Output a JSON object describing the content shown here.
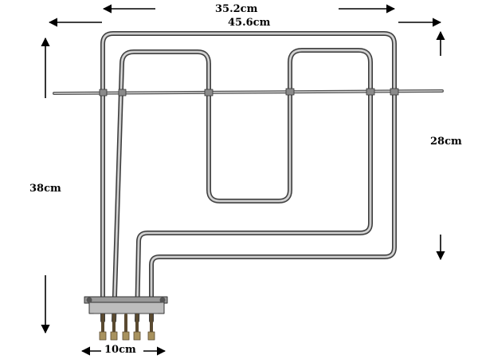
{
  "dimensions": {
    "inner_width": "35.2cm",
    "outer_width": "45.6cm",
    "inner_height": "28cm",
    "outer_height": "38cm",
    "terminal_width": "10cm"
  },
  "colors": {
    "background": "#ffffff",
    "arrow": "#000000",
    "element_tube_light": "#d6d6d6",
    "element_tube_mid": "#9a9a9a",
    "element_tube_dark": "#3d3d3d"
  }
}
